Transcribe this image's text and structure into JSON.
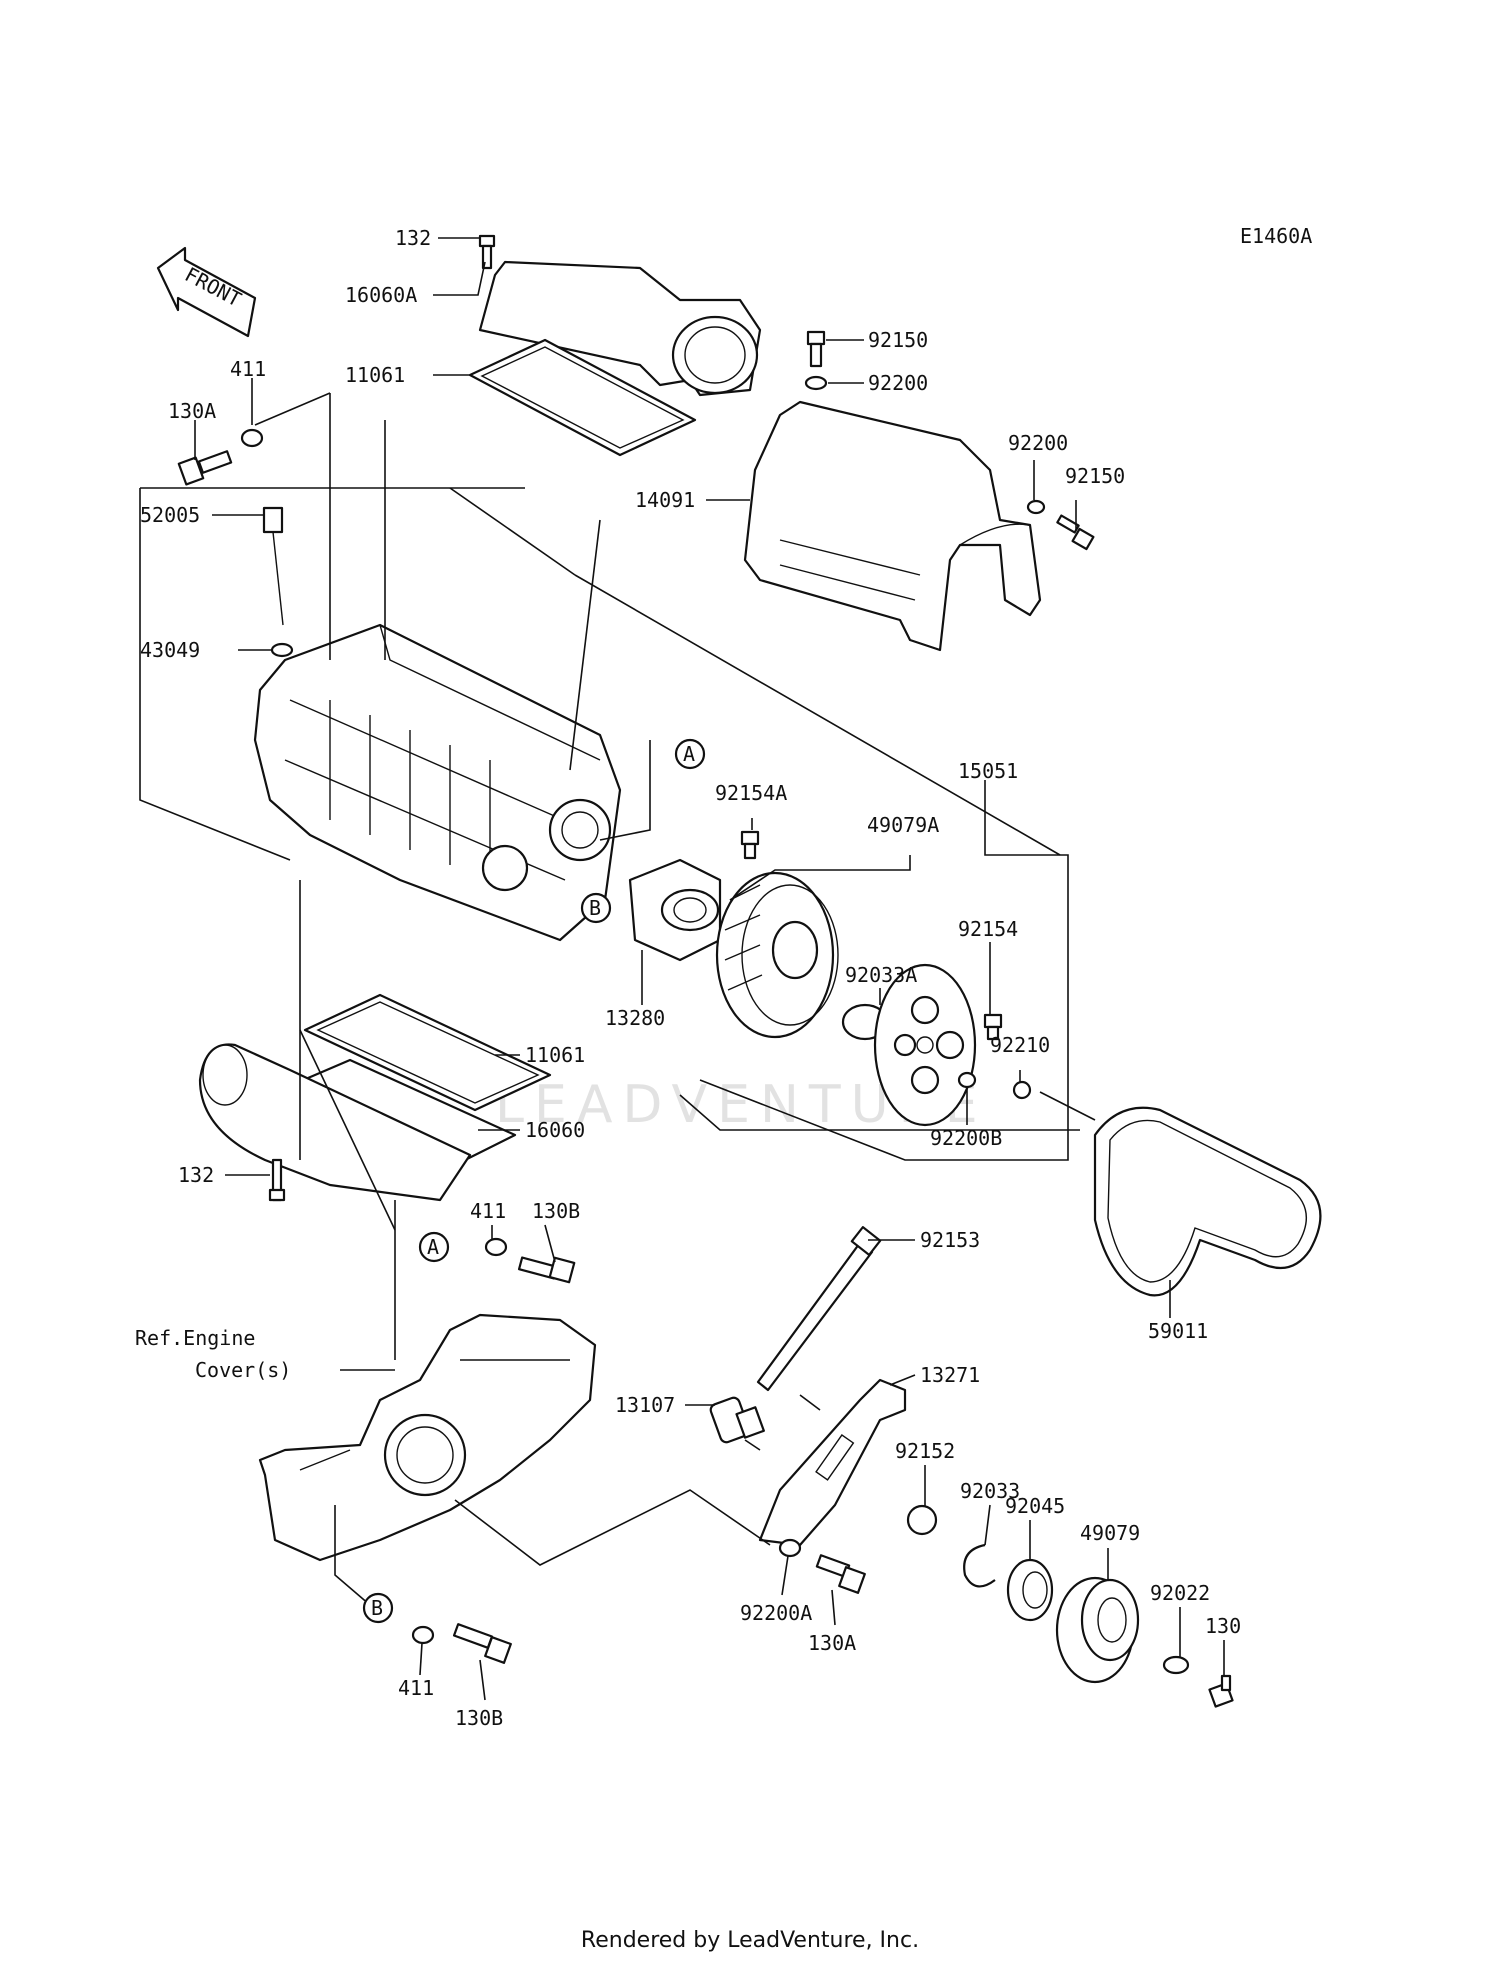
{
  "diagram_code": "E1460A",
  "front_label": "FRONT",
  "watermark": "LEADVENTURE",
  "reference_note": [
    "Ref.Engine",
    "Cover(s)"
  ],
  "callouts": {
    "A": "A",
    "B": "B"
  },
  "part_numbers": {
    "p132_top": "132",
    "p16060A": "16060A",
    "p11061_top": "11061",
    "p130A_top": "130A",
    "p411_top": "411",
    "p52005": "52005",
    "p43049": "43049",
    "p92150_top": "92150",
    "p92200_top": "92200",
    "p92200_right": "92200",
    "p92150_right": "92150",
    "p14091": "14091",
    "p15051": "15051",
    "p92154A": "92154A",
    "p49079A": "49079A",
    "p92033A": "92033A",
    "p92154": "92154",
    "p92210": "92210",
    "p92200B": "92200B",
    "p13280": "13280",
    "p11061_bot": "11061",
    "p16060": "16060",
    "p132_bot": "132",
    "p59011": "59011",
    "p411_mid": "411",
    "p130B_mid": "130B",
    "p92153": "92153",
    "p13271": "13271",
    "p13107": "13107",
    "p92152": "92152",
    "p92033": "92033",
    "p92045": "92045",
    "p49079": "49079",
    "p92022": "92022",
    "p130": "130",
    "p92200A": "92200A",
    "p130A_bot": "130A",
    "p411_bot": "411",
    "p130B_bot": "130B"
  },
  "footer": "Rendered by LeadVenture, Inc."
}
